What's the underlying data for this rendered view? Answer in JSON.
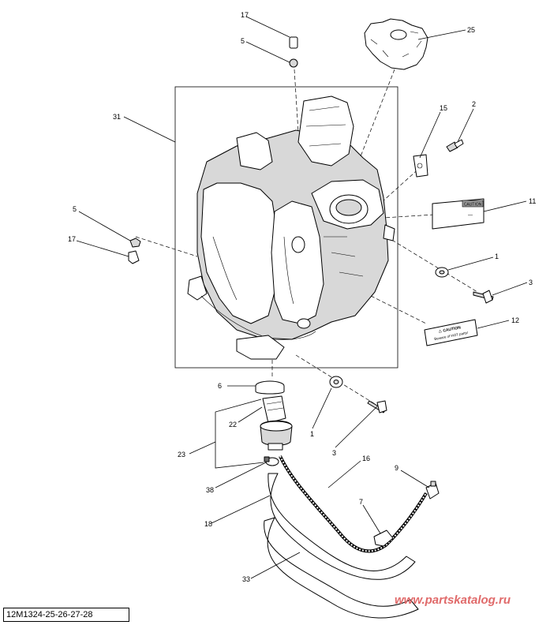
{
  "callouts": {
    "c17_top": "17",
    "c5_top": "5",
    "c25": "25",
    "c31": "31",
    "c15": "15",
    "c2": "2",
    "c11": "11",
    "c5_left": "5",
    "c17_left": "17",
    "c1_right": "1",
    "c3_right": "3",
    "c12": "12",
    "c6": "6",
    "c22": "22",
    "c1_bottom": "1",
    "c3_bottom": "3",
    "c23": "23",
    "c16": "16",
    "c9": "9",
    "c38": "38",
    "c7": "7",
    "c18": "18",
    "c33": "33"
  },
  "decal_11": {
    "title": "CAUTION",
    "body": "—"
  },
  "decal_12": {
    "line1": "⚠ CAUTION",
    "line2": "Beware of HOT parts!"
  },
  "reference_code": "12M1324-25-26-27-28",
  "watermark": "www.partskatalog.ru"
}
